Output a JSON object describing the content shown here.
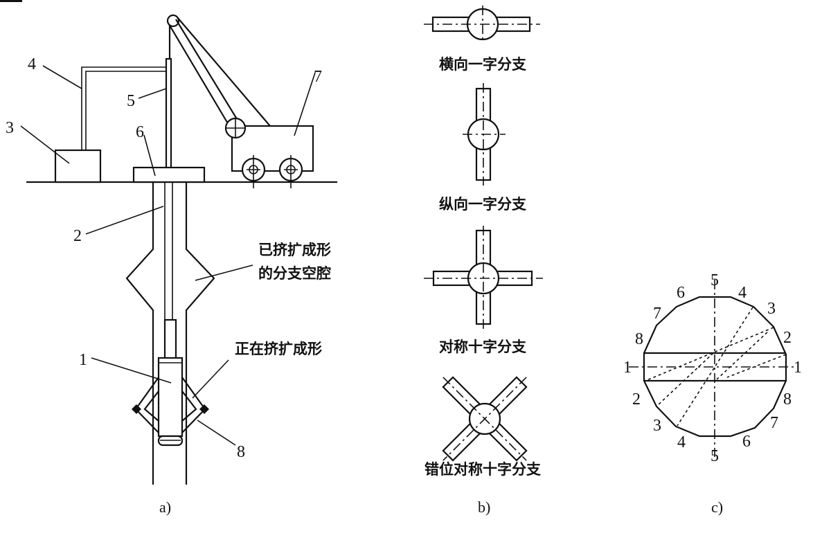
{
  "panel_a": {
    "caption": "a)",
    "labels": {
      "l1": "1",
      "l2": "2",
      "l3": "3",
      "l4": "4",
      "l5": "5",
      "l6": "6",
      "l7": "7",
      "l8": "8"
    },
    "formed_cavity_line1": "已挤扩成形",
    "formed_cavity_line2": "的分支空腔",
    "forming_now": "正在挤扩成形"
  },
  "panel_b": {
    "caption": "b)",
    "items": [
      {
        "label": "横向一字分支"
      },
      {
        "label": "纵向一字分支"
      },
      {
        "label": "对称十字分支"
      },
      {
        "label": "错位对称十字分支"
      }
    ]
  },
  "panel_c": {
    "caption": "c)",
    "positions": {
      "top5": "5",
      "top6": "6",
      "top4": "4",
      "top3": "3",
      "top7": "7",
      "top2": "2",
      "top8": "8",
      "left1": "1",
      "right1": "1",
      "bot2": "2",
      "bot8": "8",
      "bot3": "3",
      "bot7": "7",
      "bot4": "4",
      "bot6": "6",
      "bot5": "5"
    }
  }
}
